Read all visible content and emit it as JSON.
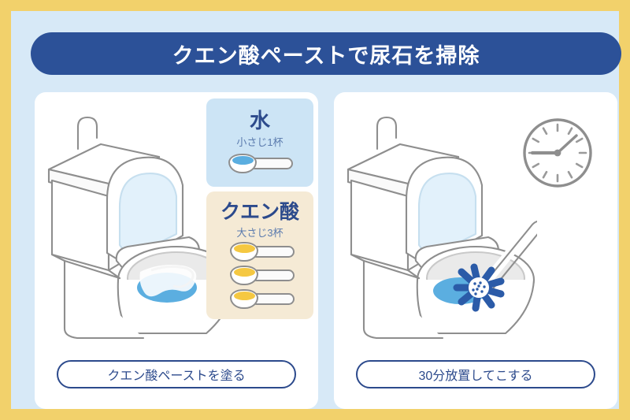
{
  "colors": {
    "border_yellow": "#F2D16B",
    "background_blue": "#D7E9F7",
    "title_navy": "#2C5198",
    "panel_white": "#FFFFFF",
    "water_box": "#CCE4F5",
    "acid_box": "#F5EAD5",
    "text_navy": "#2C4A8C",
    "text_blue_gray": "#5B7BAE",
    "water_fill": "#5BAEE0",
    "acid_fill": "#F5C842",
    "outline_gray": "#8E8E8E",
    "brush_blue": "#2B5BA8"
  },
  "header": {
    "title": "クエン酸ペーストで尿石を掃除"
  },
  "panels": [
    {
      "id": "step-1",
      "caption": "クエン酸ペーストを塗る",
      "ingredients": [
        {
          "id": "water",
          "name": "水",
          "amount": "小さじ1杯",
          "spoon_count": 1,
          "fill_color": "#5BAEE0"
        },
        {
          "id": "citric-acid",
          "name": "クエン酸",
          "amount": "大さじ3杯",
          "spoon_count": 3,
          "fill_color": "#F5C842"
        }
      ],
      "illustration": "toilet-with-paste-applied"
    },
    {
      "id": "step-2",
      "caption": "30分放置してこする",
      "illustration": "toilet-with-brush-scrubbing",
      "clock": {
        "icon": "wall-clock-icon",
        "hour_hand": 9,
        "minute_hand": 7,
        "tick_count": 12
      }
    }
  ]
}
